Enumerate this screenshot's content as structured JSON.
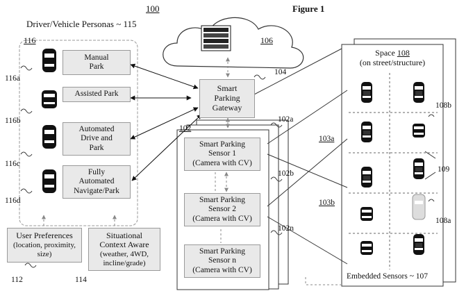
{
  "figure": {
    "title": "Figure 1",
    "ref_main": "100",
    "cloud": {
      "ref": "106"
    },
    "personas": {
      "title": "Driver/Vehicle Personas ~ 115",
      "group_ref": "116",
      "items": [
        {
          "label": "Manual Park",
          "lines": [
            "Manual",
            "Park"
          ],
          "ref": "116a"
        },
        {
          "label": "Assisted Park",
          "lines": [
            "Assisted Park"
          ],
          "ref": "116b"
        },
        {
          "label": "Automated Drive and Park",
          "lines": [
            "Automated",
            "Drive and",
            "Park"
          ],
          "ref": "116c"
        },
        {
          "label": "Fully Automated Navigate/Park",
          "lines": [
            "Fully",
            "Automated",
            "Navigate/Park"
          ],
          "ref": "116d"
        }
      ]
    },
    "gateway": {
      "lines": [
        "Smart",
        "Parking",
        "Gateway"
      ],
      "ref": "104"
    },
    "sensors": {
      "group_ref": "102",
      "items": [
        {
          "lines": [
            "Smart Parking",
            "Sensor 1",
            "(Camera with CV)"
          ],
          "ref": "102a",
          "link_ref": "103a"
        },
        {
          "lines": [
            "Smart Parking",
            "Sensor 2",
            "(Camera with CV)"
          ],
          "ref": "102b",
          "link_ref": "103b"
        },
        {
          "lines": [
            "Smart Parking",
            "Sensor n",
            "(Camera with CV)"
          ],
          "ref": "102n"
        }
      ]
    },
    "user_preferences": {
      "lines": [
        "User Preferences",
        "(location, proximity,",
        "size)"
      ],
      "ref": "112"
    },
    "situational": {
      "lines": [
        "Situational",
        "Context Aware",
        "(weather, 4WD,",
        "incline/grade)"
      ],
      "ref": "114"
    },
    "space": {
      "title": "Space",
      "ref": "108",
      "subtitle": "(on street/structure)",
      "refs": [
        "108b",
        "108a",
        "109"
      ],
      "embedded": "Embedded Sensors ~ 107"
    }
  }
}
